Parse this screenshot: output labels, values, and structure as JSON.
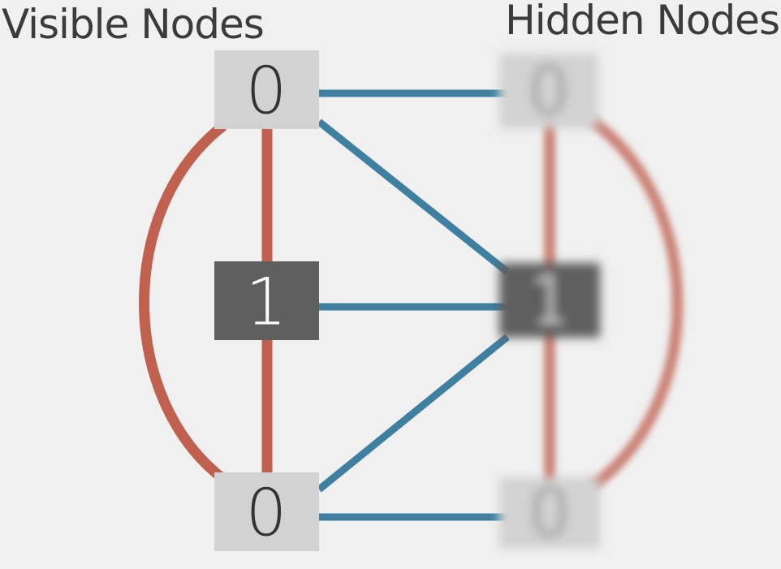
{
  "headings": {
    "visible": "Visible Nodes",
    "hidden": "Hidden Nodes"
  },
  "visible_nodes": [
    {
      "id": "v-top",
      "value": "0",
      "state": "off"
    },
    {
      "id": "v-mid",
      "value": "1",
      "state": "on"
    },
    {
      "id": "v-bot",
      "value": "0",
      "state": "off"
    }
  ],
  "hidden_nodes": [
    {
      "id": "h-top",
      "value": "0",
      "state": "off"
    },
    {
      "id": "h-mid",
      "value": "1",
      "state": "on"
    },
    {
      "id": "h-bot",
      "value": "0",
      "state": "off"
    }
  ],
  "colors": {
    "background": "#f0f0f0",
    "node_off": "#d2d2d2",
    "node_on": "#5f5f5f",
    "text_off": "#333333",
    "text_on": "#ffffff",
    "intra_edge": "#c0604f",
    "inter_edge": "#3f7fa0",
    "heading": "#3b3b3b"
  }
}
